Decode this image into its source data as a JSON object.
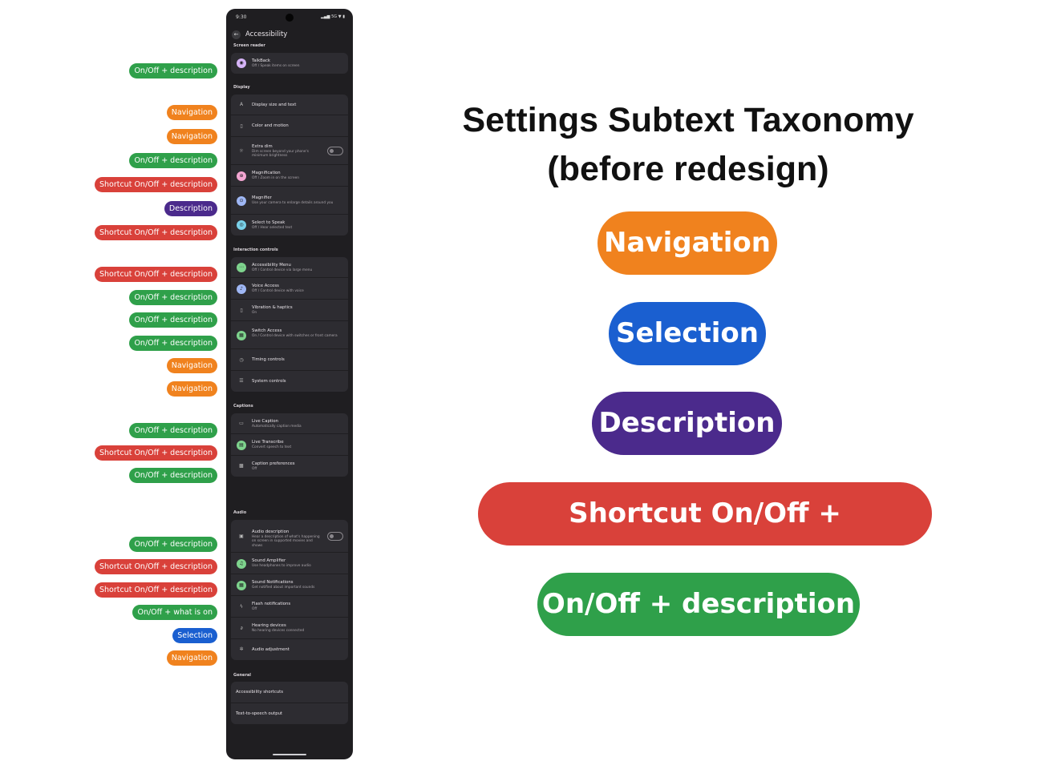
{
  "tags": [
    {
      "label": "On/Off + description",
      "kind": "onoff"
    },
    {
      "label": "Navigation",
      "kind": "nav"
    },
    {
      "label": "Navigation",
      "kind": "nav"
    },
    {
      "label": "On/Off + description",
      "kind": "onoff"
    },
    {
      "label": "Shortcut On/Off + description",
      "kind": "short"
    },
    {
      "label": "Description",
      "kind": "desc"
    },
    {
      "label": "Shortcut On/Off + description",
      "kind": "short"
    },
    {
      "label": "Shortcut On/Off + description",
      "kind": "short"
    },
    {
      "label": "On/Off + description",
      "kind": "onoff"
    },
    {
      "label": "On/Off + description",
      "kind": "onoff"
    },
    {
      "label": "On/Off + description",
      "kind": "onoff"
    },
    {
      "label": "Navigation",
      "kind": "nav"
    },
    {
      "label": "Navigation",
      "kind": "nav"
    },
    {
      "label": "On/Off + description",
      "kind": "onoff"
    },
    {
      "label": "Shortcut On/Off + description",
      "kind": "short"
    },
    {
      "label": "On/Off + description",
      "kind": "onoff"
    },
    {
      "label": "On/Off + description",
      "kind": "onoff"
    },
    {
      "label": "Shortcut On/Off + description",
      "kind": "short"
    },
    {
      "label": "Shortcut On/Off + description",
      "kind": "short"
    },
    {
      "label": "On/Off + what is on",
      "kind": "onoff"
    },
    {
      "label": "Selection",
      "kind": "sel"
    },
    {
      "label": "Navigation",
      "kind": "nav"
    }
  ],
  "colors": {
    "navigation": "#f0821e",
    "selection": "#1a5fd0",
    "description": "#4b2a8c",
    "shortcut": "#d9413a",
    "onoff": "#2fa04a"
  },
  "phone": {
    "status_time": "9:30",
    "status_right": "5G",
    "title": "Accessibility",
    "sections": [
      {
        "name": "Screen reader",
        "items": [
          {
            "title": "TalkBack",
            "sub": "Off / Speak items on screen",
            "icon": "talkback-icon",
            "glyph": "◉",
            "color": "#d6b4f8"
          }
        ]
      },
      {
        "name": "Display",
        "items": [
          {
            "title": "Display size and text",
            "sub": "",
            "icon": "text-size-icon",
            "glyph": "A"
          },
          {
            "title": "Color and motion",
            "sub": "",
            "icon": "phone-color-icon",
            "glyph": "▯"
          },
          {
            "title": "Extra dim",
            "sub": "Dim screen beyond your phone's minimum brightness",
            "icon": "extra-dim-icon",
            "glyph": "☼",
            "toggle": true
          },
          {
            "title": "Magnification",
            "sub": "Off / Zoom in on the screen",
            "icon": "magnification-icon",
            "glyph": "⊕",
            "color": "#f3a6d2"
          },
          {
            "title": "Magnifier",
            "sub": "Use your camera to enlarge details around you",
            "icon": "magnifier-icon",
            "glyph": "⊙",
            "color": "#9fb7f5"
          },
          {
            "title": "Select to Speak",
            "sub": "Off / Hear selected text",
            "icon": "select-to-speak-icon",
            "glyph": "◎",
            "color": "#79d0e8"
          }
        ]
      },
      {
        "name": "Interaction controls",
        "items": [
          {
            "title": "Accessibility Menu",
            "sub": "Off / Control device via large menu",
            "icon": "accessibility-menu-icon",
            "glyph": "⋯",
            "color": "#7ed38d"
          },
          {
            "title": "Voice Access",
            "sub": "Off / Control device with voice",
            "icon": "voice-access-icon",
            "glyph": "♪",
            "color": "#9fb7f5"
          },
          {
            "title": "Vibration & haptics",
            "sub": "On",
            "icon": "vibration-icon",
            "glyph": "▯"
          },
          {
            "title": "Switch Access",
            "sub": "On / Control device with switches or front camera",
            "icon": "switch-access-icon",
            "glyph": "▦",
            "color": "#7ed38d"
          },
          {
            "title": "Timing controls",
            "sub": "",
            "icon": "timing-icon",
            "glyph": "◷"
          },
          {
            "title": "System controls",
            "sub": "",
            "icon": "system-controls-icon",
            "glyph": "☰"
          }
        ]
      },
      {
        "name": "Captions",
        "items": [
          {
            "title": "Live Caption",
            "sub": "Automatically caption media",
            "icon": "live-caption-icon",
            "glyph": "▭"
          },
          {
            "title": "Live Transcribe",
            "sub": "Convert speech to text",
            "icon": "live-transcribe-icon",
            "glyph": "▤",
            "color": "#7ed38d"
          },
          {
            "title": "Caption preferences",
            "sub": "Off",
            "icon": "caption-preferences-icon",
            "glyph": "▩"
          }
        ]
      },
      {
        "name": "Audio",
        "items": [
          {
            "title": "Audio description",
            "sub": "Hear a description of what's happening on screen in supported movies and shows",
            "icon": "audio-description-icon",
            "glyph": "▣",
            "toggle": true
          },
          {
            "title": "Sound Amplifier",
            "sub": "Use headphones to improve audio",
            "icon": "sound-amplifier-icon",
            "glyph": "♫",
            "color": "#7ed38d"
          },
          {
            "title": "Sound Notifications",
            "sub": "Get notified about important sounds",
            "icon": "sound-notifications-icon",
            "glyph": "▦",
            "color": "#7ed38d"
          },
          {
            "title": "Flash notifications",
            "sub": "Off",
            "icon": "flash-icon",
            "glyph": "ϟ"
          },
          {
            "title": "Hearing devices",
            "sub": "No hearing devices connected",
            "icon": "hearing-devices-icon",
            "glyph": "∂"
          },
          {
            "title": "Audio adjustment",
            "sub": "",
            "icon": "audio-adjustment-icon",
            "glyph": "✲"
          }
        ]
      },
      {
        "name": "General",
        "items": [
          {
            "title": "Accessibility shortcuts",
            "sub": ""
          },
          {
            "title": "Text-to-speech output",
            "sub": ""
          }
        ]
      }
    ]
  },
  "heading": {
    "line1": "Settings Subtext Taxonomy",
    "line2": "(before redesign)"
  },
  "legend": [
    {
      "label": "Navigation",
      "kind": "nav"
    },
    {
      "label": "Selection",
      "kind": "sel"
    },
    {
      "label": "Description",
      "kind": "desc"
    },
    {
      "label": "Shortcut On/Off + description",
      "kind": "short"
    },
    {
      "label": "On/Off + description",
      "kind": "onoff"
    }
  ]
}
